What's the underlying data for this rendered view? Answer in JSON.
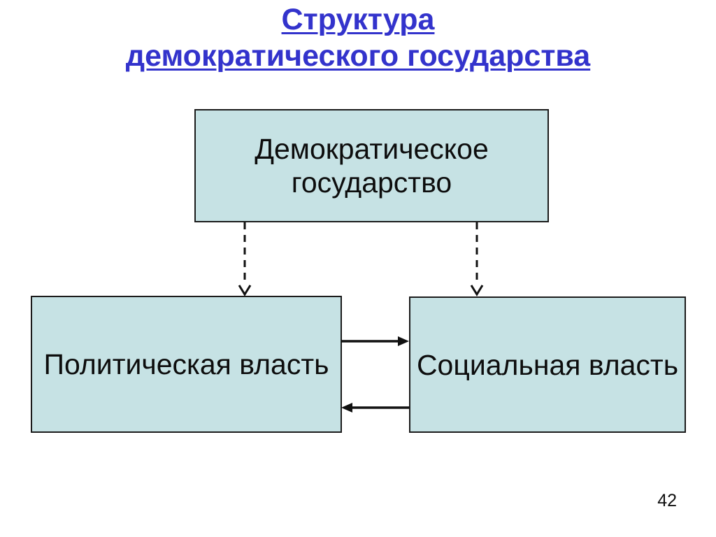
{
  "slide": {
    "title_line1": "Структура",
    "title_line2": "демократического государства",
    "page_number": "42"
  },
  "diagram": {
    "nodes": {
      "top": {
        "id": "democratic-state",
        "label": "Демократическое государство"
      },
      "left": {
        "id": "political-power",
        "label": "Политическая власть"
      },
      "right": {
        "id": "social-power",
        "label": "Социальная власть"
      }
    },
    "edges": [
      {
        "from": "democratic-state",
        "to": "political-power",
        "style": "dashed",
        "arrowhead": "open",
        "direction": "down"
      },
      {
        "from": "democratic-state",
        "to": "social-power",
        "style": "dashed",
        "arrowhead": "open",
        "direction": "down"
      },
      {
        "from": "political-power",
        "to": "social-power",
        "style": "solid",
        "arrowhead": "filled",
        "direction": "right"
      },
      {
        "from": "social-power",
        "to": "political-power",
        "style": "solid",
        "arrowhead": "filled",
        "direction": "left"
      }
    ],
    "colors": {
      "title_text": "#3333cc",
      "box_fill": "#c6e2e4",
      "box_border": "#1b1b1b",
      "arrow": "#111111",
      "body_text": "#0d0d0d",
      "background": "#ffffff"
    }
  }
}
